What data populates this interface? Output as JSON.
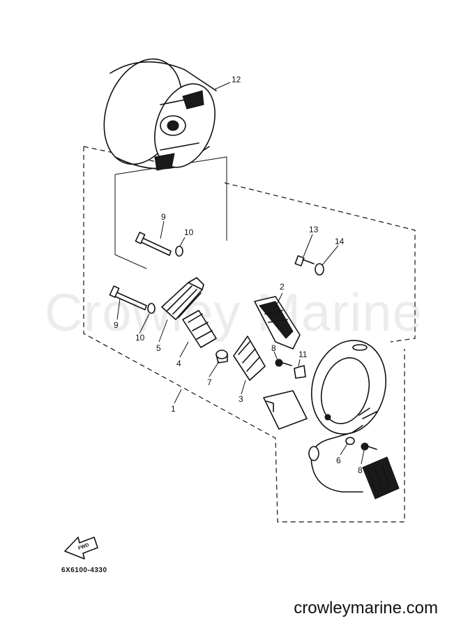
{
  "watermark": "Crowley Marine",
  "footer_url": "crowleymarine.com",
  "diagram_code": "6X6100-4330",
  "fwd_label": "FWD",
  "callouts": [
    "1",
    "2",
    "3",
    "4",
    "5",
    "6",
    "7",
    "8",
    "8",
    "9",
    "9",
    "10",
    "10",
    "11",
    "12",
    "13",
    "14"
  ]
}
